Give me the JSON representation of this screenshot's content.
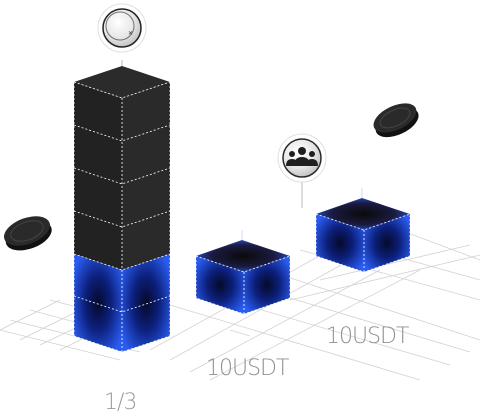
{
  "labels": {
    "fraction": "1/3",
    "middle_amount": "10USDT",
    "right_amount": "10USDT"
  },
  "colors": {
    "cube_dark": "#242424",
    "cube_blue": "#1f4bd6",
    "cube_glow": "#0a1a66",
    "grid_line": "#cfcfcf",
    "edge_line": "#ffffff",
    "coin": "#1e1e1e",
    "label": "#9a9a9a"
  },
  "icons": {
    "top_badge": "coin-badge-icon",
    "group_badge": "people-group-icon",
    "left_coin": "coin-icon",
    "right_coin": "coin-icon"
  }
}
